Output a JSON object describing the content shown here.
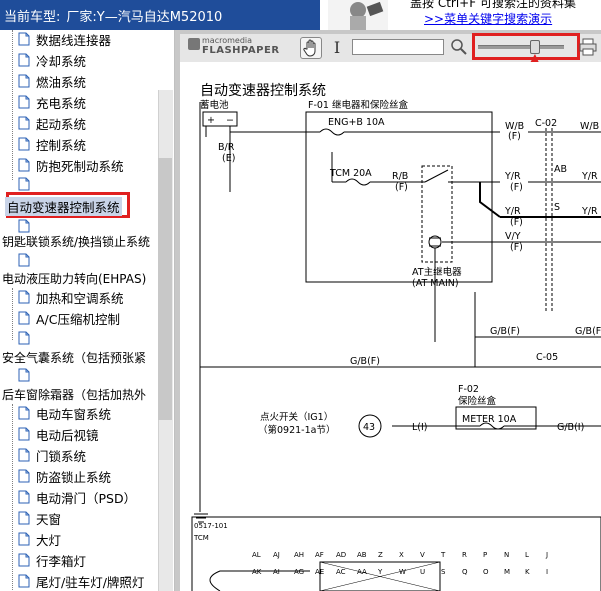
{
  "titlebar": {
    "label": "当前车型:",
    "maker": "厂家:Y—汽马自达M52010"
  },
  "banner": {
    "line1": "盖按 Ctrl+F 可搜索注的资料集",
    "line2": ">>菜单关键字搜索演示"
  },
  "sidebar": {
    "items": [
      {
        "label": "数据线连接器"
      },
      {
        "label": "冷却系统"
      },
      {
        "label": "燃油系统"
      },
      {
        "label": "充电系统"
      },
      {
        "label": "起动系统"
      },
      {
        "label": "控制系统"
      },
      {
        "label": "防抱死制动系统"
      }
    ],
    "selected": "自动变速器控制系统",
    "folder1": "钥匙联锁系统/换挡锁止系统",
    "folder2": "电动液压助力转向(EHPAS)",
    "items2": [
      {
        "label": "加热和空调系统"
      },
      {
        "label": "A/C压缩机控制"
      }
    ],
    "folder3": "安全气囊系统（包括预张紧",
    "folder4": "后车窗除霜器（包括加热外",
    "items3": [
      {
        "label": "电动车窗系统"
      },
      {
        "label": "电动后视镜"
      },
      {
        "label": "门锁系统"
      },
      {
        "label": "防盗锁止系统"
      },
      {
        "label": "电动滑门（PSD）"
      },
      {
        "label": "天窗"
      },
      {
        "label": "大灯"
      },
      {
        "label": "行李箱灯"
      },
      {
        "label": "尾灯/驻车灯/牌照灯"
      }
    ]
  },
  "viewer": {
    "logo_top": "macromedia",
    "logo_bottom": "FLASHPAPER",
    "text_tool": "I"
  },
  "document": {
    "title": "自动变速器控制系统",
    "labels": {
      "battery": "蓄电池",
      "f01": "F-01 继电器和保险丝盒",
      "eng_fuse": "ENG+B 10A",
      "br": "B/R",
      "e1": "(E)",
      "tcm_fuse": "TCM 20A",
      "rb": "R/B",
      "f1": "(F)",
      "wb": "W/B",
      "f2": "(F)",
      "c02": "C-02",
      "wb2": "W/B",
      "yr1": "Y/R",
      "ab": "AB",
      "yr1b": "Y/R",
      "yr2": "Y/R",
      "s": "S",
      "yr2b": "Y/R",
      "vy": "V/Y",
      "at_relay1": "AT主继电器",
      "at_relay2": "(AT MAIN)",
      "gb_f1": "G/B(F)",
      "gb_f2": "G/B(F)",
      "c05": "C-05",
      "gb_f3": "G/B(F)",
      "f02": "F-02",
      "f02b": "保险丝盒",
      "meter_fuse": "METER 10A",
      "ig1": "点火开关（IG1）",
      "ig1b": "（第0921-1a节）",
      "conn43": "43",
      "li": "L(I)",
      "gbi": "G/B(I)",
      "tcm_code": "0517-101",
      "tcm": "TCM"
    },
    "pins_row1": [
      "AL",
      "AJ",
      "AH",
      "AF",
      "AD",
      "AB",
      "Z",
      "X",
      "V",
      "T",
      "R",
      "P",
      "N",
      "L",
      "J"
    ],
    "pins_row2": [
      "AK",
      "AI",
      "AG",
      "AE",
      "AC",
      "AA",
      "Y",
      "W",
      "U",
      "S",
      "Q",
      "O",
      "M",
      "K",
      "I"
    ]
  }
}
